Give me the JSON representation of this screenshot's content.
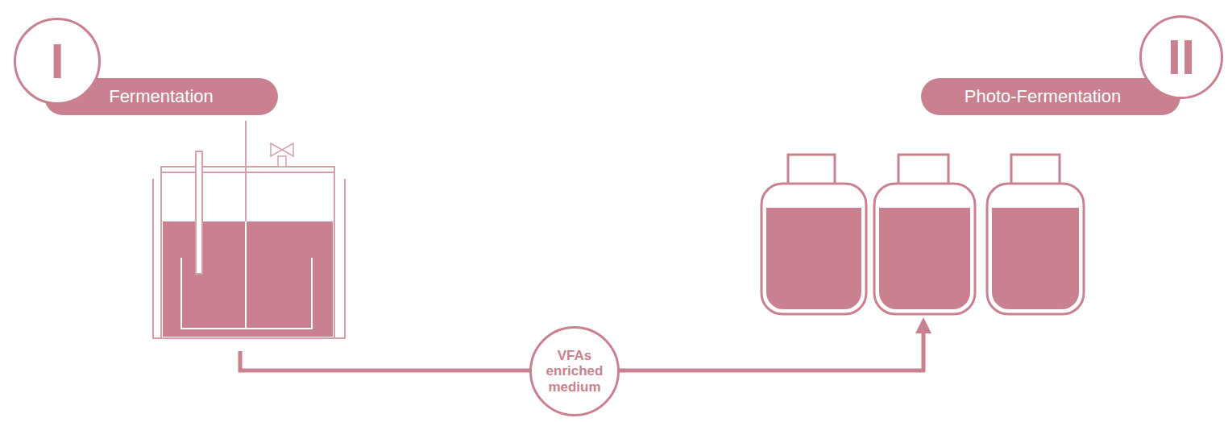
{
  "diagram": {
    "nodes": [
      {
        "text": [
          "I"
        ]
      },
      {
        "text": [
          "Fermentation"
        ]
      },
      {
        "text": [
          "II"
        ]
      },
      {
        "text": [
          "Photo-Fermentation"
        ]
      },
      {
        "text": [
          "VFAs enriched medium"
        ]
      }
    ]
  }
}
